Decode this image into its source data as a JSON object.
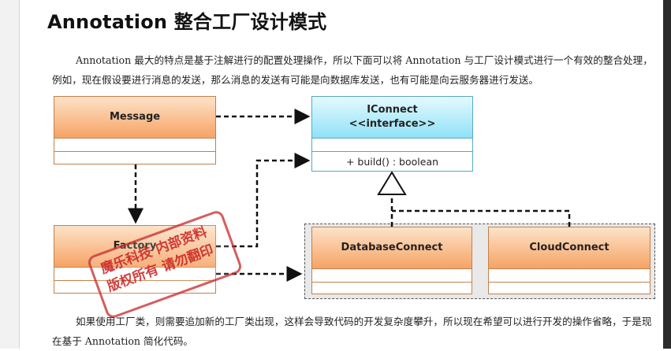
{
  "title": "Annotation 整合工厂设计模式",
  "paragraphs": {
    "intro": "Annotation 最大的特点是基于注解进行的配置处理操作，所以下面可以将 Annotation 与工厂设计模式进行一个有效的整合处理，例如，现在假设要进行消息的发送，那么消息的发送有可能是向数据库发送，也有可能是向云服务器进行发送。",
    "outro": "如果使用工厂类，则需要追加新的工厂类出现，这样会导致代码的开发复杂度攀升，所以现在希望可以进行开发的操作省略，于是现在基于 Annotation 简化代码。"
  },
  "diagram": {
    "message": {
      "name": "Message"
    },
    "factory": {
      "name": "Factory"
    },
    "iconnect": {
      "name": "IConnect",
      "stereotype": "<<interface>>",
      "method": "+ build() : boolean"
    },
    "database_connect": {
      "name": "DatabaseConnect"
    },
    "cloud_connect": {
      "name": "CloudConnect"
    }
  },
  "stamp": {
    "line1": "魔乐科技 内部资料",
    "line2": "版权所有 请勿翻印"
  },
  "colors": {
    "class_fill": "#f6a365",
    "interface_fill": "#8fe2f7",
    "stamp": "#c81e1e"
  }
}
